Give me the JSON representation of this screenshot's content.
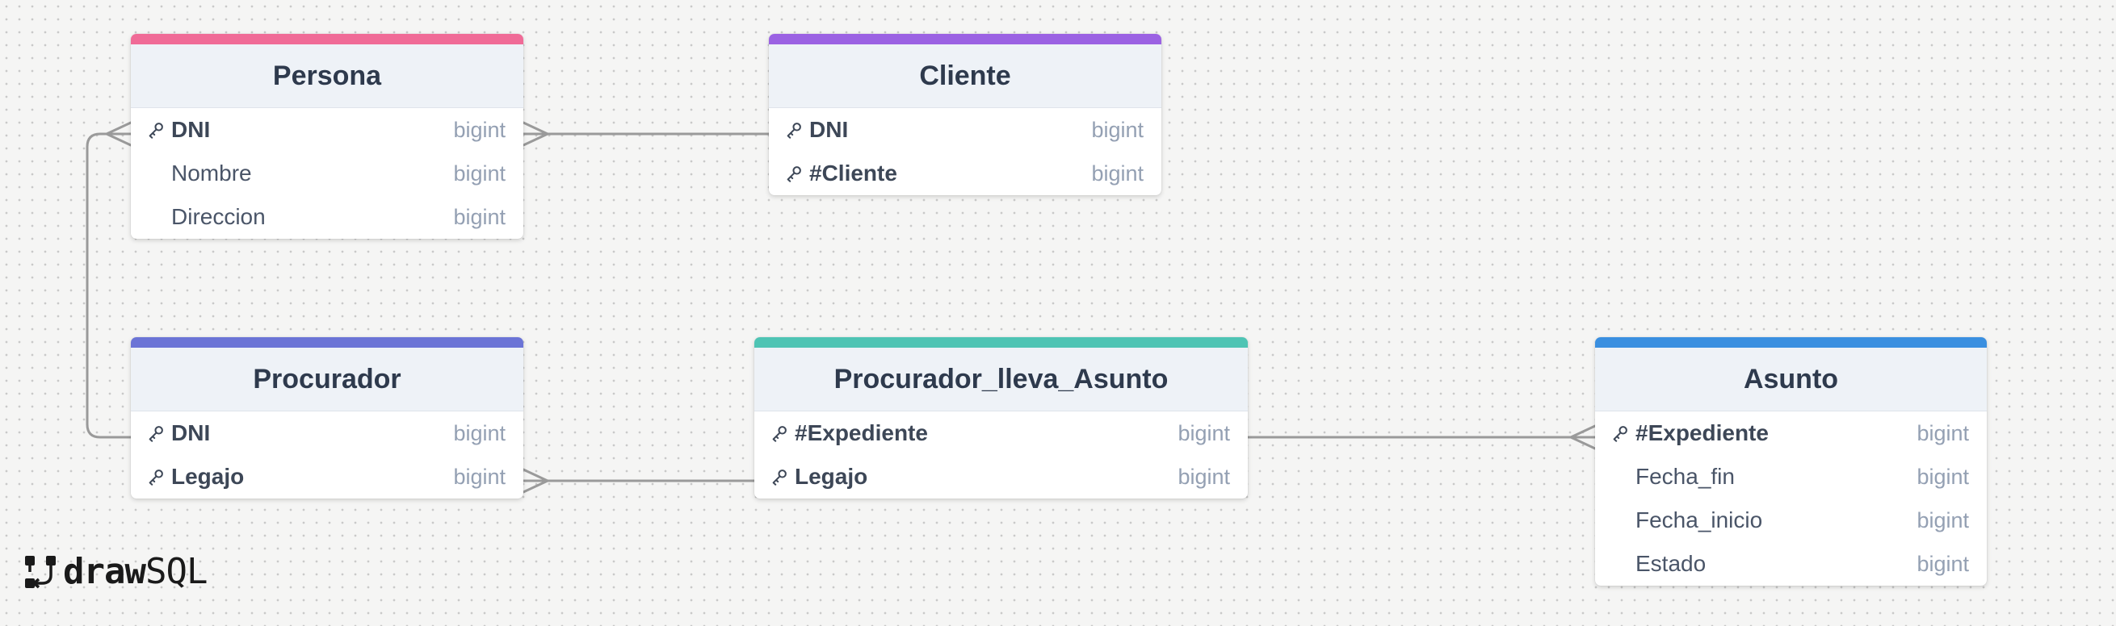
{
  "tables": {
    "persona": {
      "name": "Persona",
      "color": "#f06b97",
      "columns": [
        {
          "name": "DNI",
          "type": "bigint",
          "key": true
        },
        {
          "name": "Nombre",
          "type": "bigint",
          "key": false
        },
        {
          "name": "Direccion",
          "type": "bigint",
          "key": false
        }
      ]
    },
    "cliente": {
      "name": "Cliente",
      "color": "#9b62e3",
      "columns": [
        {
          "name": "DNI",
          "type": "bigint",
          "key": true
        },
        {
          "name": "#Cliente",
          "type": "bigint",
          "key": true
        }
      ]
    },
    "procurador": {
      "name": "Procurador",
      "color": "#6b74d6",
      "columns": [
        {
          "name": "DNI",
          "type": "bigint",
          "key": true
        },
        {
          "name": "Legajo",
          "type": "bigint",
          "key": true
        }
      ]
    },
    "procurador_lleva_asunto": {
      "name": "Procurador_lleva_Asunto",
      "color": "#4ec4b4",
      "columns": [
        {
          "name": "#Expediente",
          "type": "bigint",
          "key": true
        },
        {
          "name": "Legajo",
          "type": "bigint",
          "key": true
        }
      ]
    },
    "asunto": {
      "name": "Asunto",
      "color": "#3a8fe0",
      "columns": [
        {
          "name": "#Expediente",
          "type": "bigint",
          "key": true
        },
        {
          "name": "Fecha_fin",
          "type": "bigint",
          "key": false
        },
        {
          "name": "Fecha_inicio",
          "type": "bigint",
          "key": false
        },
        {
          "name": "Estado",
          "type": "bigint",
          "key": false
        }
      ]
    }
  },
  "relationships": [
    {
      "from": "persona.DNI",
      "to": "cliente.DNI",
      "marker": "crow-foot"
    },
    {
      "from": "procurador.DNI",
      "to": "persona.DNI",
      "marker": "crow-foot"
    },
    {
      "from": "procurador.Legajo",
      "to": "procurador_lleva_asunto.Legajo",
      "marker": "crow-foot"
    },
    {
      "from": "procurador_lleva_asunto.#Expediente",
      "to": "asunto.#Expediente",
      "marker": "crow-foot"
    }
  ],
  "connector_color": "#9a9a9a",
  "icons": {
    "key": "key-icon",
    "logo": "drawsql-logo-icon"
  },
  "branding": {
    "logo_bold": "draw",
    "logo_light": "SQL"
  }
}
